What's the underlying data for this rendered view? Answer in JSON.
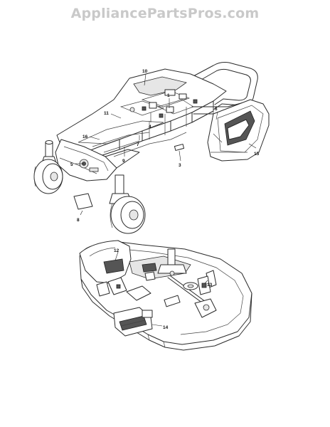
{
  "watermark": "AppliancePartsPros.com",
  "callouts": [
    {
      "id": "c10",
      "label": "10"
    },
    {
      "id": "c1",
      "label": "1"
    },
    {
      "id": "c6",
      "label": "6"
    },
    {
      "id": "c11",
      "label": "11"
    },
    {
      "id": "c4",
      "label": "4"
    },
    {
      "id": "c16",
      "label": "16"
    },
    {
      "id": "c7",
      "label": "7"
    },
    {
      "id": "c9",
      "label": "9"
    },
    {
      "id": "c5",
      "label": "5"
    },
    {
      "id": "c3",
      "label": "3"
    },
    {
      "id": "c15",
      "label": "15"
    },
    {
      "id": "c8",
      "label": "8"
    },
    {
      "id": "c12",
      "label": "12"
    },
    {
      "id": "c13",
      "label": "13"
    },
    {
      "id": "c14",
      "label": "14"
    }
  ]
}
